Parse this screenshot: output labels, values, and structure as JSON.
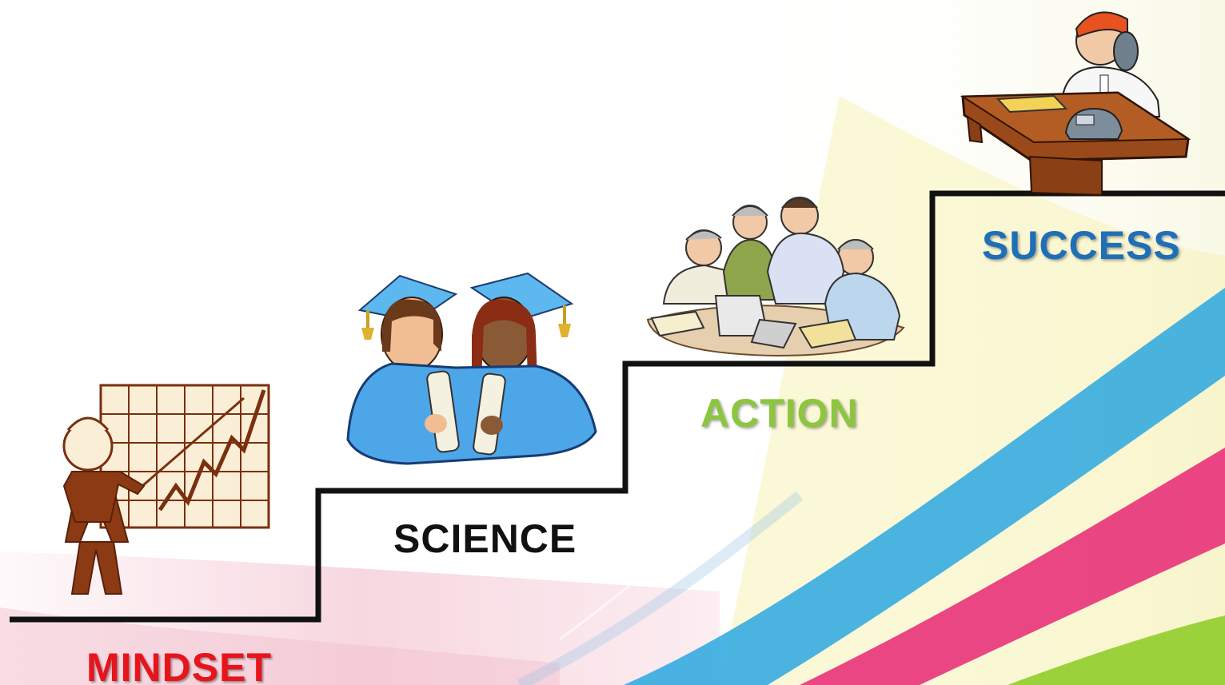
{
  "steps": [
    {
      "label": "MINDSET",
      "color": "#e8141b",
      "figure": "presenter-with-growth-chart"
    },
    {
      "label": "SCIENCE",
      "color": "#111111",
      "figure": "two-graduates-with-diplomas"
    },
    {
      "label": "ACTION",
      "color": "#8cc63f",
      "figure": "team-meeting-around-laptop"
    },
    {
      "label": "SUCCESS",
      "color": "#1f6fb7",
      "figure": "executive-at-desk-on-phone"
    }
  ],
  "colors": {
    "staircase_line": "#111111",
    "swoosh_blue": "#2aa7e0",
    "swoosh_pink": "#e8327a",
    "swoosh_green": "#9bd23c",
    "swoosh_yellow": "#f5e36b"
  }
}
